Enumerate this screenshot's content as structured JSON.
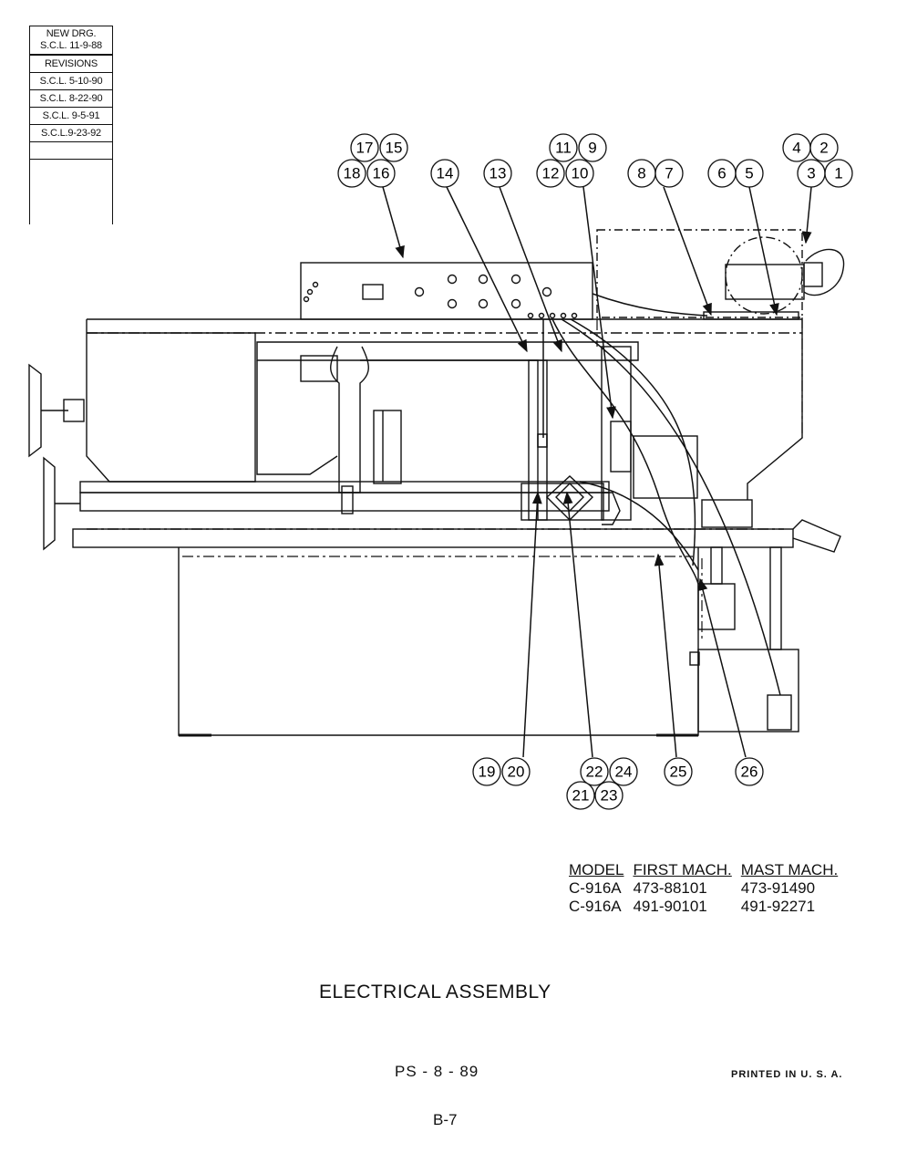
{
  "revisions": {
    "new_drawing": "NEW DRG.",
    "new_drawing_date": "S.C.L. 11-9-88",
    "header": "REVISIONS",
    "entries": [
      "S.C.L. 5-10-90",
      "S.C.L. 8-22-90",
      "S.C.L. 9-5-91",
      "S.C.L.9-23-92"
    ]
  },
  "callouts": {
    "c17": "17",
    "c15": "15",
    "c18": "18",
    "c16": "16",
    "c14": "14",
    "c13": "13",
    "c11": "11",
    "c9": "9",
    "c12": "12",
    "c10": "10",
    "c8": "8",
    "c7": "7",
    "c6": "6",
    "c5": "5",
    "c4": "4",
    "c2": "2",
    "c3": "3",
    "c1": "1",
    "c19": "19",
    "c20": "20",
    "c22": "22",
    "c24": "24",
    "c21": "21",
    "c23": "23",
    "c25": "25",
    "c26": "26"
  },
  "models_table": {
    "headers": [
      "MODEL",
      "FIRST MACH.",
      "MAST MACH."
    ],
    "rows": [
      [
        "C-916A",
        "473-88101",
        "473-91490"
      ],
      [
        "C-916A",
        "491-90101",
        "491-92271"
      ]
    ]
  },
  "title": "ELECTRICAL ASSEMBLY",
  "ps_number": "PS - 8 - 89",
  "printed": "PRINTED IN U. S. A.",
  "page_number": "B-7"
}
